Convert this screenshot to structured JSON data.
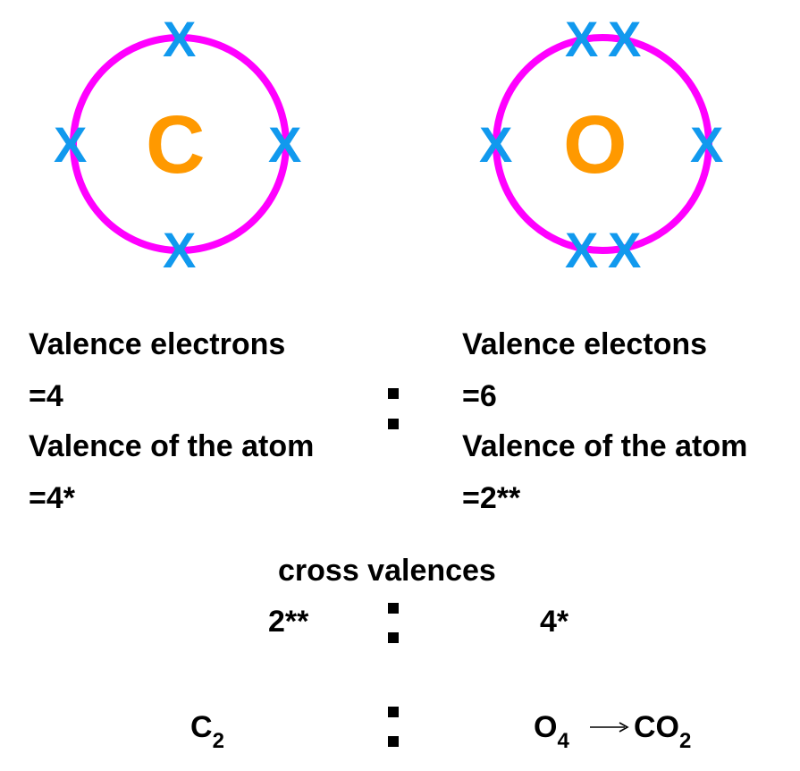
{
  "carbon": {
    "symbol": "C",
    "electron_mark": "X",
    "label_electrons": "Valence electrons",
    "value_electrons": "=4",
    "label_valence": "Valence of the atom",
    "value_valence": "=4*"
  },
  "oxygen": {
    "symbol": "O",
    "electron_mark": "X",
    "label_electrons": "Valence electons",
    "value_electrons": "=6",
    "label_valence": "Valence of the atom",
    "value_valence": "=2**"
  },
  "cross": {
    "title": "cross valences",
    "left_value": "2**",
    "right_value": "4*"
  },
  "formula": {
    "left_symbol": "C",
    "left_sub": "2",
    "right_symbol": "O",
    "right_sub": "4",
    "result_symbol": "CO",
    "result_sub": "2"
  },
  "colors": {
    "ring": "#ff00ff",
    "nucleus": "#ff9900",
    "electron": "#1199ee",
    "text": "#000000"
  }
}
